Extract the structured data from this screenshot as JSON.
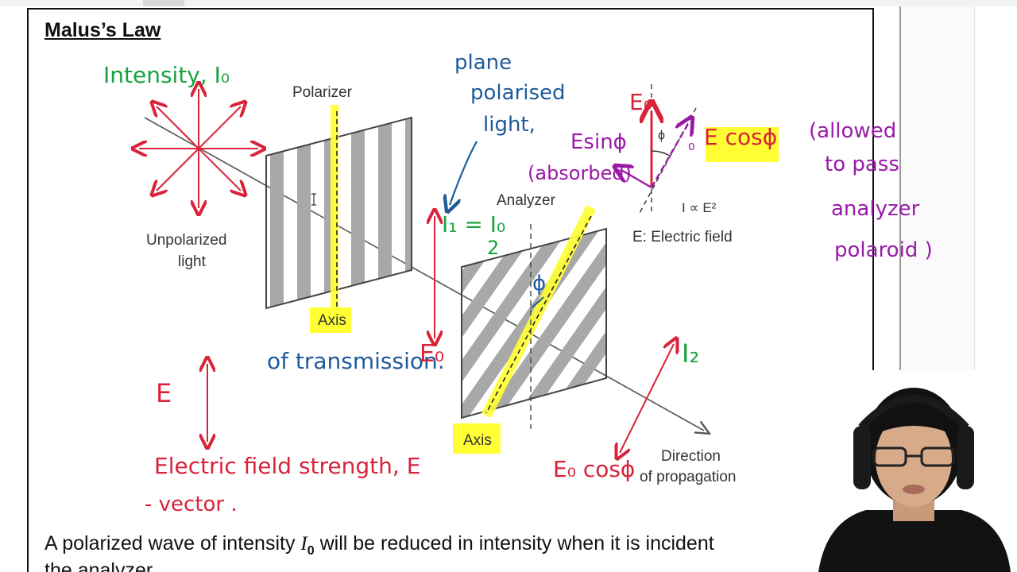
{
  "slide": {
    "title": "Malus’s Law",
    "body_line_1_a": "A polarized wave of intensity ",
    "body_line_1_symbol": "I",
    "body_line_1_sub": "0",
    "body_line_1_b": " will be reduced in intensity when it is incident",
    "body_line_2": "the analyzer"
  },
  "labels": {
    "polarizer": "Polarizer",
    "analyzer": "Analyzer",
    "unpolarized_1": "Unpolarized",
    "unpolarized_2": "light",
    "axis_polarizer": "Axis",
    "axis_analyzer": "Axis",
    "direction_1": "Direction",
    "direction_2": "of propagation",
    "proportional": "I ∝ E²",
    "electric_field": "E: Electric field",
    "phi": "ϕ"
  },
  "annotations": {
    "intensity_i0": "Intensity, I₀",
    "plane_1": "plane",
    "plane_2": "polarised",
    "plane_3": "light,",
    "of_transmission": "of transmission.",
    "i1_eq": "I₁ = I₀",
    "i1_den": "2",
    "e0_left": "E₀",
    "e_label": "E",
    "efield_strength": "Electric field strength, E",
    "vector": "- vector .",
    "i2": "I₂",
    "e0cos": "E₀ cosϕ",
    "phi_mark": "ϕ",
    "e0_top": "E₀",
    "esin": "Esinϕ",
    "absorbed": "(absorbed)",
    "ecos_top": "E cosϕ",
    "e0_sub_small": "₀",
    "allowed_1": "(allowed",
    "allowed_2": "to pass",
    "allowed_3": "analyzer",
    "allowed_4": "polaroid )"
  },
  "colors": {
    "annotation_green": "#19a33f",
    "annotation_red": "#d8233a",
    "annotation_purple": "#9a1aa8",
    "annotation_blue": "#1f5a9a",
    "highlight": "#ffff33",
    "stripe_gray": "#a8a8a8"
  }
}
